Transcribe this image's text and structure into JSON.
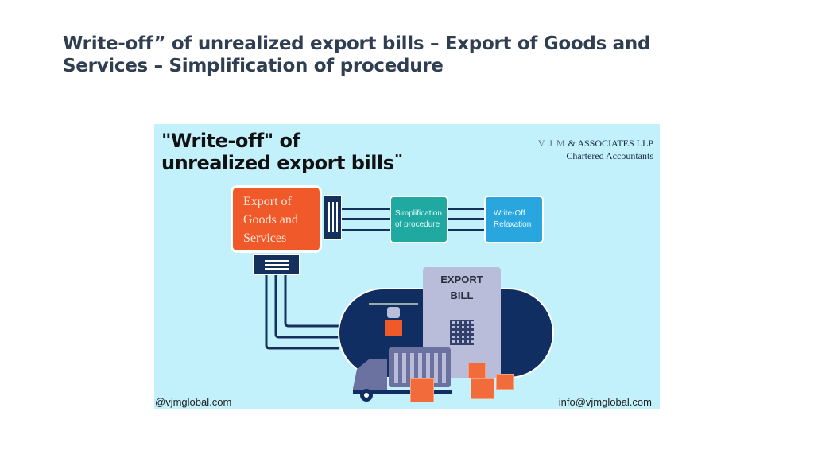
{
  "slide_title": "Write-off” of unrealized export bills – Export of Goods and Services – Simplification of procedure",
  "figure": {
    "headline_line1": "\"Write-off\" of",
    "headline_line2": "unrealized export bills¨",
    "firm_name_initials": "V J M",
    "firm_name_rest": "& ASSOCIATES LLP",
    "firm_subtitle": "Chartered Accountants",
    "box_export": "Export of Goods and Services",
    "box_simplification": "Simplification of procedure",
    "box_writeoff": "Write-Off Relaxation",
    "doc_line1": "EXPORT",
    "doc_line2": "BILL",
    "footer_left": "@vjmglobal.com",
    "footer_right": "info@vjmglobal.com"
  },
  "colors": {
    "orange": "#f05a2a",
    "teal": "#20a9a1",
    "blue": "#2aa6df",
    "navy": "#102e62",
    "background": "#c2f1fb"
  }
}
